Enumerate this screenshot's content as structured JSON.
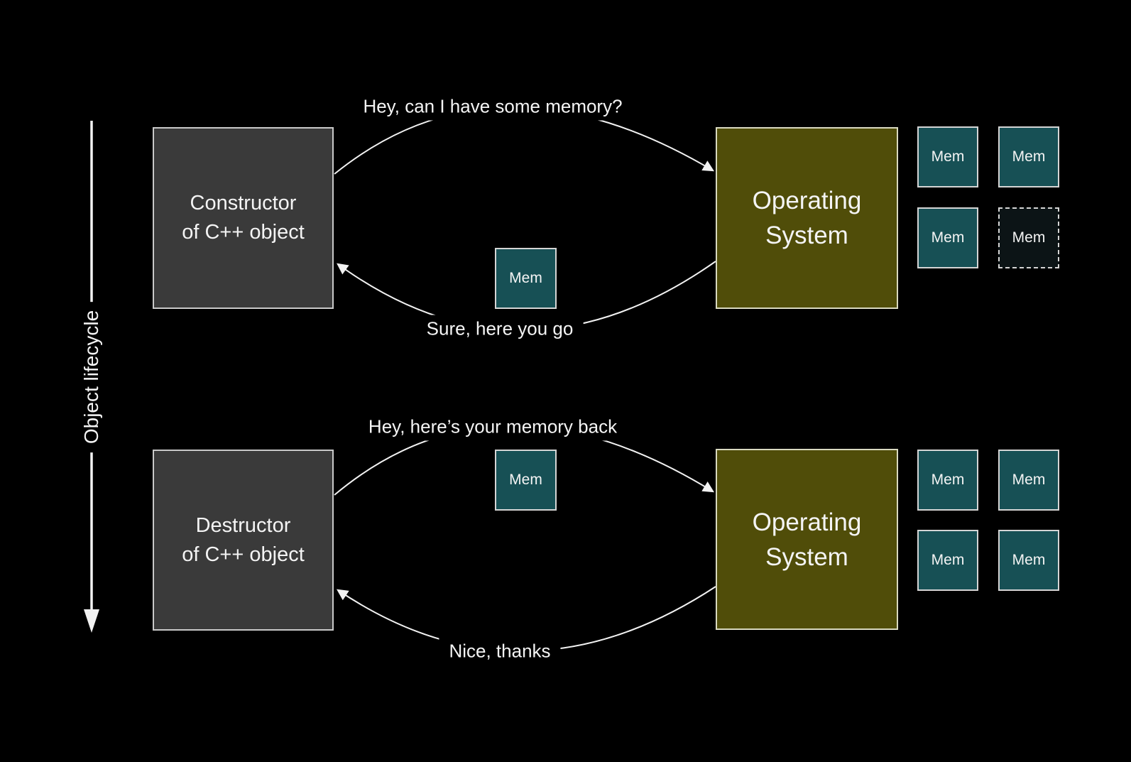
{
  "diagram": {
    "lifecycle_label": "Object lifecycle",
    "sections": [
      {
        "actor": {
          "line1": "Constructor",
          "line2": "of C++ object"
        },
        "os": {
          "line1": "Operating",
          "line2": "System"
        },
        "request_label": "Hey, can I have some memory?",
        "response_label": "Sure, here you go",
        "transfer_mem_label": "Mem",
        "mem_cells": [
          {
            "label": "Mem",
            "state": "allocated"
          },
          {
            "label": "Mem",
            "state": "allocated"
          },
          {
            "label": "Mem",
            "state": "allocated"
          },
          {
            "label": "Mem",
            "state": "freed"
          }
        ]
      },
      {
        "actor": {
          "line1": "Destructor",
          "line2": "of C++ object"
        },
        "os": {
          "line1": "Operating",
          "line2": "System"
        },
        "request_label": "Hey, here’s your memory back",
        "response_label": "Nice, thanks",
        "transfer_mem_label": "Mem",
        "mem_cells": [
          {
            "label": "Mem",
            "state": "allocated"
          },
          {
            "label": "Mem",
            "state": "allocated"
          },
          {
            "label": "Mem",
            "state": "allocated"
          },
          {
            "label": "Mem",
            "state": "allocated"
          }
        ]
      }
    ],
    "colors": {
      "background": "#000000",
      "actor_box_fill": "#3a3a3a",
      "actor_box_border": "#c9c9c9",
      "os_box_fill": "#504d09",
      "os_box_border": "#d9d9c0",
      "mem_fill": "#175055",
      "mem_border": "#d5d5d5",
      "mem_freed_fill": "#0c1416",
      "arrow": "#f2f2f2",
      "text": "#f4f4f4"
    }
  }
}
